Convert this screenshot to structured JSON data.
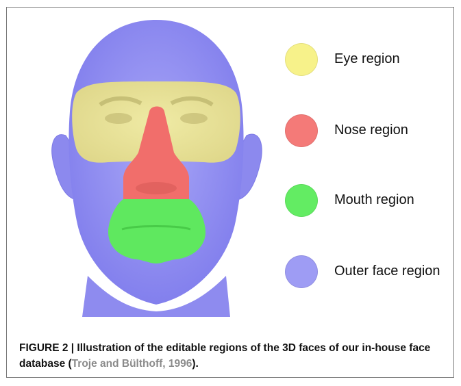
{
  "figure": {
    "legend": [
      {
        "label": "Eye region",
        "color": "#f7f28a"
      },
      {
        "label": "Nose region",
        "color": "#f47a78"
      },
      {
        "label": "Mouth region",
        "color": "#63ec63"
      },
      {
        "label": "Outer face region",
        "color": "#9e9cf4"
      }
    ],
    "caption": {
      "text_before": "FIGURE 2 | Illustration of the editable regions of the 3D faces of our in-house face database (",
      "reference": "Troje and Bülthoff, 1996",
      "text_after": ")."
    }
  }
}
